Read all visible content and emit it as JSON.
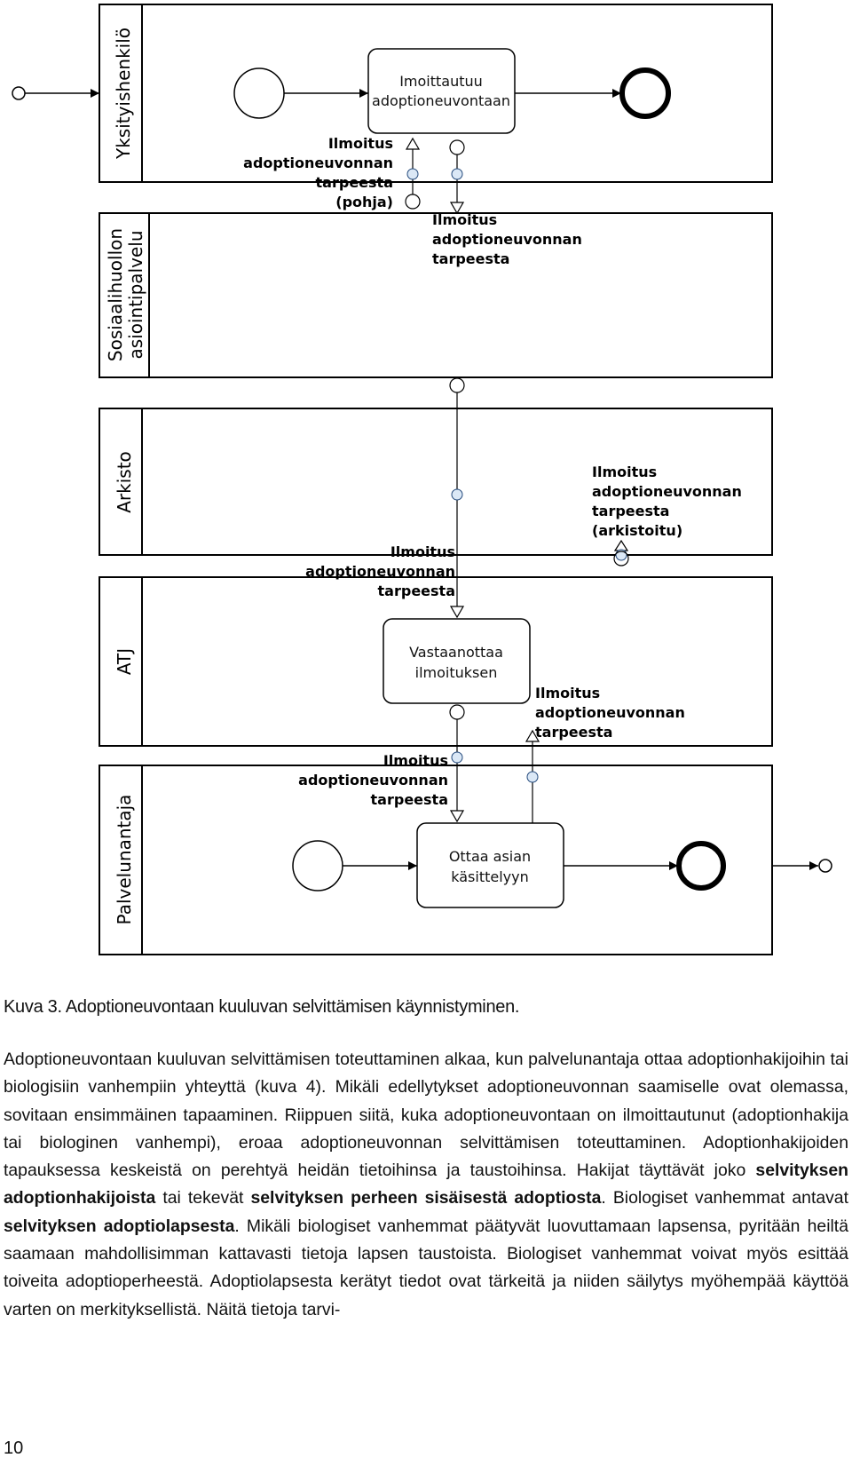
{
  "diagram": {
    "lanes": [
      {
        "label": "Yksityishenkilö"
      },
      {
        "label": "Sosiaalihuollon asiointipalvelu",
        "label_line1": "Sosiaalihuollon",
        "label_line2": "asiointipalvelu"
      },
      {
        "label": "Arkisto"
      },
      {
        "label": "ATJ"
      },
      {
        "label": "Palvelunantaja"
      }
    ],
    "tasks": [
      {
        "line1": "Imoittautuu",
        "line2": "adoptioneuvontaan"
      },
      {
        "line1": "Vastaanottaa",
        "line2": "ilmoituksen"
      },
      {
        "line1": "Ottaa asian",
        "line2": "käsittelyyn"
      }
    ],
    "messages": [
      {
        "line1": "Ilmoitus",
        "line2": "adoptioneuvonnan",
        "line3": "tarpeesta",
        "line4": "(pohja)"
      },
      {
        "line1": "Ilmoitus",
        "line2": "adoptioneuvonnan",
        "line3": "tarpeesta"
      },
      {
        "line1": "Ilmoitus",
        "line2": "adoptioneuvonnan",
        "line3": "tarpeesta",
        "line4": "(arkistoitu)"
      },
      {
        "line1": "Ilmoitus",
        "line2": "adoptioneuvonnan",
        "line3": "tarpeesta"
      },
      {
        "line1": "Ilmoitus",
        "line2": "adoptioneuvonnan",
        "line3": "tarpeesta"
      },
      {
        "line1": "Ilmoitus",
        "line2": "adoptioneuvonnan",
        "line3": "tarpeesta"
      }
    ]
  },
  "caption": "Kuva 3. Adoptioneuvontaan kuuluvan selvittämisen käynnistyminen.",
  "body": {
    "p1": "Adoptioneuvontaan kuuluvan selvittämisen toteuttaminen alkaa, kun palvelunantaja ottaa adoptionhakijoihin tai biologisiin vanhempiin yhteyttä (kuva 4). Mikäli edellytykset adoptioneuvonnan saamiselle ovat olemassa, sovitaan ensimmäinen tapaaminen. Riippuen siitä, kuka adoptioneuvontaan on ilmoittautunut (adoptionhakija tai biologinen vanhempi), eroaa adoptioneuvonnan selvittämisen toteuttaminen. Adoptionhakijoiden tapauksessa keskeistä on perehtyä heidän tietoihinsa ja taustoihinsa. Hakijat täyttävät joko",
    "b1": "selvityksen adoptionhakijoista",
    "p2": "tai tekevät",
    "b2": "selvityksen perheen sisäisestä adoptiosta",
    "p3": ". Biologiset vanhemmat antavat",
    "b3": "selvityksen adoptiolapsesta",
    "p4": ". Mikäli biologiset vanhemmat päätyvät luovuttamaan lapsensa, pyritään heiltä saamaan mahdollisimman kattavasti tietoja lapsen taustoista. Biologiset vanhemmat voivat myös esittää toiveita adoptioperheestä. Adoptiolapsesta kerätyt tiedot ovat tärkeitä ja niiden säilytys myöhempää käyttöä varten on merkityksellistä. Näitä tietoja tarvi-"
  },
  "page_number": "10"
}
